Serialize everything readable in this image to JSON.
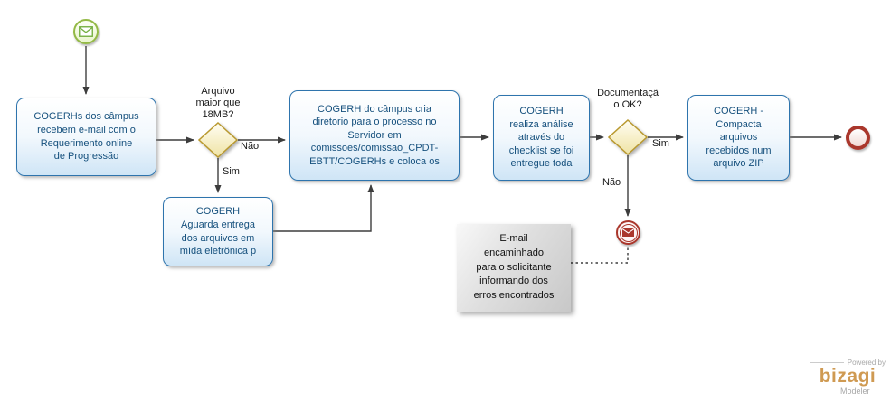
{
  "flow": {
    "tasks": [
      {
        "label": "COGERHs dos câmpus\nrecebem e-mail com o\nRequerimento online\nde Progressão"
      },
      {
        "label": "COGERH do câmpus  cria\ndiretorio para o processo no\nServidor em\ncomissoes/comissao_CPDT-\nEBTT/COGERHs e coloca os"
      },
      {
        "label": "COGERH\nAguarda entrega\ndos arquivos  em\nmída  eletrônica p"
      },
      {
        "label": "COGERH\nrealiza análise\natravés do\nchecklist se foi\nentregue toda"
      },
      {
        "label": "COGERH -\nCompacta\narquivos\nrecebidos num\narquivo ZIP"
      }
    ],
    "gateways": [
      {
        "label": "Arquivo\nmaior que\n18MB?",
        "no": "Não",
        "sim": "Sim"
      },
      {
        "label": "Documentaçã\no OK?",
        "sim": "Sim",
        "no": "Não"
      }
    ],
    "annotation": "E-mail\nencaminhado\npara o solicitante\ninformando dos\nerros encontrados",
    "icons": {
      "start": "envelope-icon",
      "intermediate": "envelope-icon"
    }
  },
  "branding": {
    "powered_by": "Powered by",
    "logo": "bizagi",
    "product": "Modeler"
  },
  "colors": {
    "task_border": "#2e74ad",
    "task_text": "#15507d",
    "gateway_border": "#b9992f",
    "gateway_fill": "#efe3a5",
    "start_event_green": "#93b945",
    "event_red": "#aa372c",
    "connector": "#3d3d3d",
    "annotation_bg": "#d9d9d9",
    "bizagi_logo": "#cf9a52"
  }
}
